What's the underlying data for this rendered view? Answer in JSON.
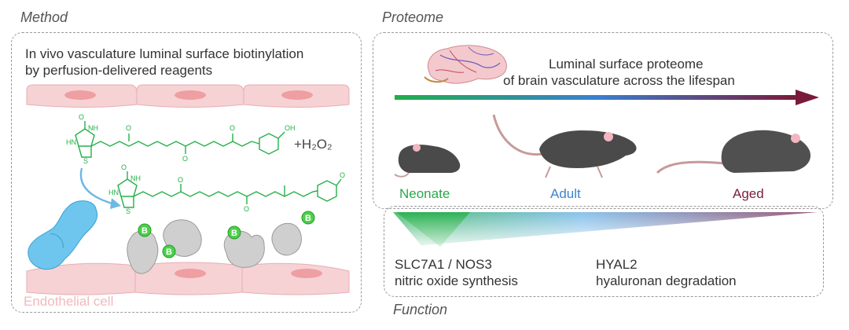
{
  "method": {
    "section_title": "Method",
    "description_line1": "In vivo vasculature luminal surface biotinylation",
    "description_line2": "by perfusion-delivered reagents",
    "reagent_label": "+H₂O₂",
    "biotin_tag": "B",
    "atoms": {
      "oh": "OH",
      "nh": "NH",
      "hn": "HN",
      "o": "O",
      "s": "S",
      "n": "N",
      "h": "H"
    },
    "cell_label": "Endothelial cell"
  },
  "proteome": {
    "section_title": "Proteome",
    "heading_line1": "Luminal surface proteome",
    "heading_line2": "of brain vasculature across the lifespan",
    "stages": [
      {
        "label": "Neonate",
        "color": "#2aa84a"
      },
      {
        "label": "Adult",
        "color": "#3a86cc"
      },
      {
        "label": "Aged",
        "color": "#7a1f3a"
      }
    ]
  },
  "function": {
    "section_title": "Function",
    "item1_line1": "SLC7A1 / NOS3",
    "item1_line2": "nitric oxide synthesis",
    "item2_line1": "HYAL2",
    "item2_line2": "hyaluronan degradation"
  },
  "colors": {
    "green": "#25b048",
    "blue": "#4aa3d8",
    "maroon": "#7a1a3a",
    "cell_pink": "#f6d2d4",
    "nucleus": "#ef9ea2",
    "protein_blue": "#6ec6ee",
    "protein_gray": "#cfcfcf"
  }
}
